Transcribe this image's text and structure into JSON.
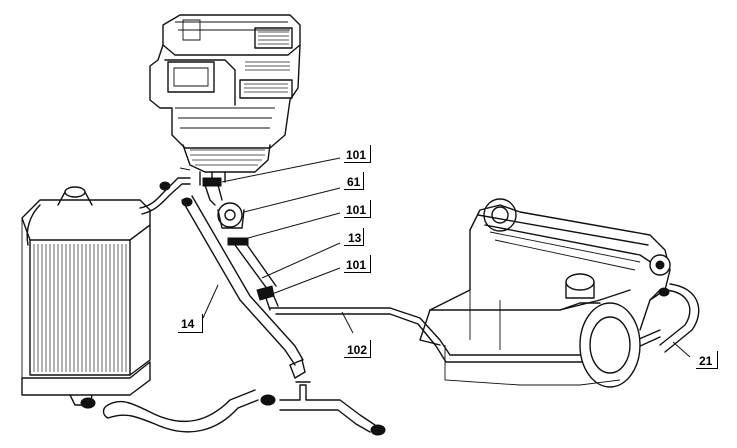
{
  "callouts": [
    {
      "id": "c1",
      "label": "101"
    },
    {
      "id": "c2",
      "label": "61"
    },
    {
      "id": "c3",
      "label": "101"
    },
    {
      "id": "c4",
      "label": "13"
    },
    {
      "id": "c5",
      "label": "101"
    },
    {
      "id": "c6",
      "label": "14"
    },
    {
      "id": "c7",
      "label": "102"
    },
    {
      "id": "c8",
      "label": "21"
    }
  ],
  "components": {
    "heater_box": "heater-unit",
    "radiator": "radiator",
    "engine": "engine-block",
    "valve": "heater-valve"
  }
}
